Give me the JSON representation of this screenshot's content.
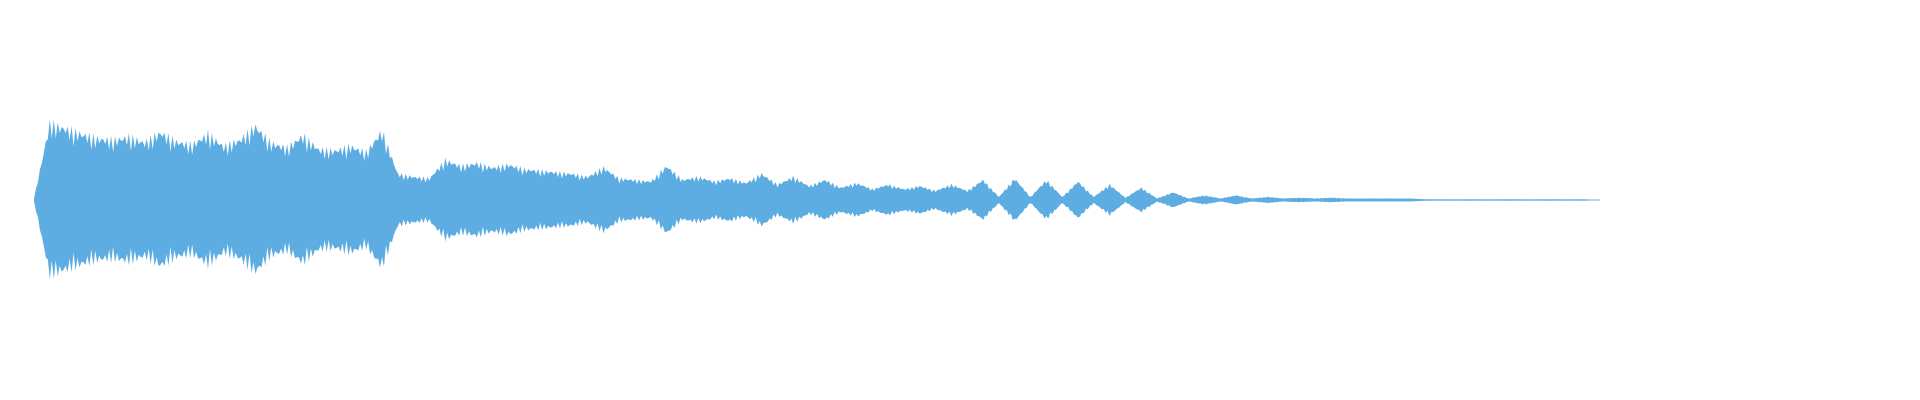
{
  "waveform": {
    "color": "#5DADE2",
    "background": "#FFFFFF",
    "amplitude_envelope": [
      0.02,
      1.0,
      0.93,
      0.86,
      0.8,
      0.78,
      0.82,
      0.75,
      0.88,
      0.76,
      0.72,
      0.86,
      0.7,
      0.78,
      0.96,
      0.74,
      0.68,
      0.84,
      0.66,
      0.64,
      0.7,
      0.62,
      0.9,
      0.34,
      0.3,
      0.28,
      0.52,
      0.44,
      0.48,
      0.42,
      0.46,
      0.4,
      0.38,
      0.36,
      0.34,
      0.3,
      0.42,
      0.28,
      0.26,
      0.24,
      0.44,
      0.26,
      0.3,
      0.24,
      0.28,
      0.22,
      0.34,
      0.2,
      0.3,
      0.18,
      0.26,
      0.16,
      0.22,
      0.14,
      0.2,
      0.14,
      0.18,
      0.12,
      0.2,
      0.12,
      0.26,
      0.04,
      0.28,
      0.04,
      0.26,
      0.04,
      0.24,
      0.04,
      0.2,
      0.03,
      0.16,
      0.02,
      0.1,
      0.02,
      0.06,
      0.02,
      0.06,
      0.02,
      0.04,
      0.02,
      0.03,
      0.02,
      0.03,
      0.02,
      0.02,
      0.02,
      0.02,
      0.02,
      0.01,
      0.01,
      0.01,
      0.01,
      0.01,
      0.01,
      0.01,
      0.01,
      0.01,
      0.01,
      0.01,
      0.0
    ]
  }
}
